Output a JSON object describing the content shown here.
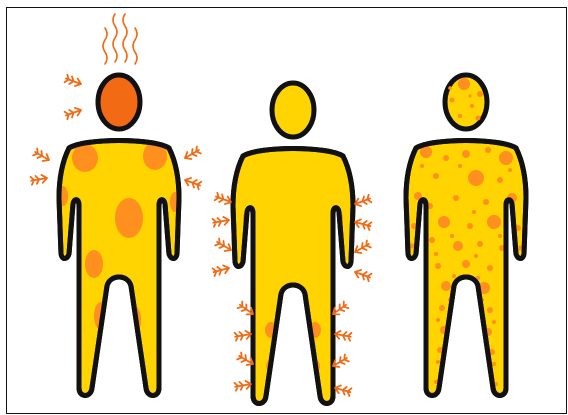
{
  "illustration": {
    "figures": [
      {
        "id": "figure-hot-spots",
        "spots": "large",
        "arrows": "head-shoulders",
        "heat_waves": true
      },
      {
        "id": "figure-limb-arrows",
        "spots": "edges",
        "arrows": "arms-legs",
        "heat_waves": false
      },
      {
        "id": "figure-dotted",
        "spots": "many-small",
        "arrows": "none",
        "heat_waves": false
      }
    ]
  },
  "colors": {
    "body_fill": "#ffd400",
    "outline": "#111111",
    "spot": "#ff8f1e",
    "spot_dark": "#f26a13",
    "arrow": "#f26a13",
    "head_hot": "#f26a13",
    "background": "#ffffff"
  }
}
